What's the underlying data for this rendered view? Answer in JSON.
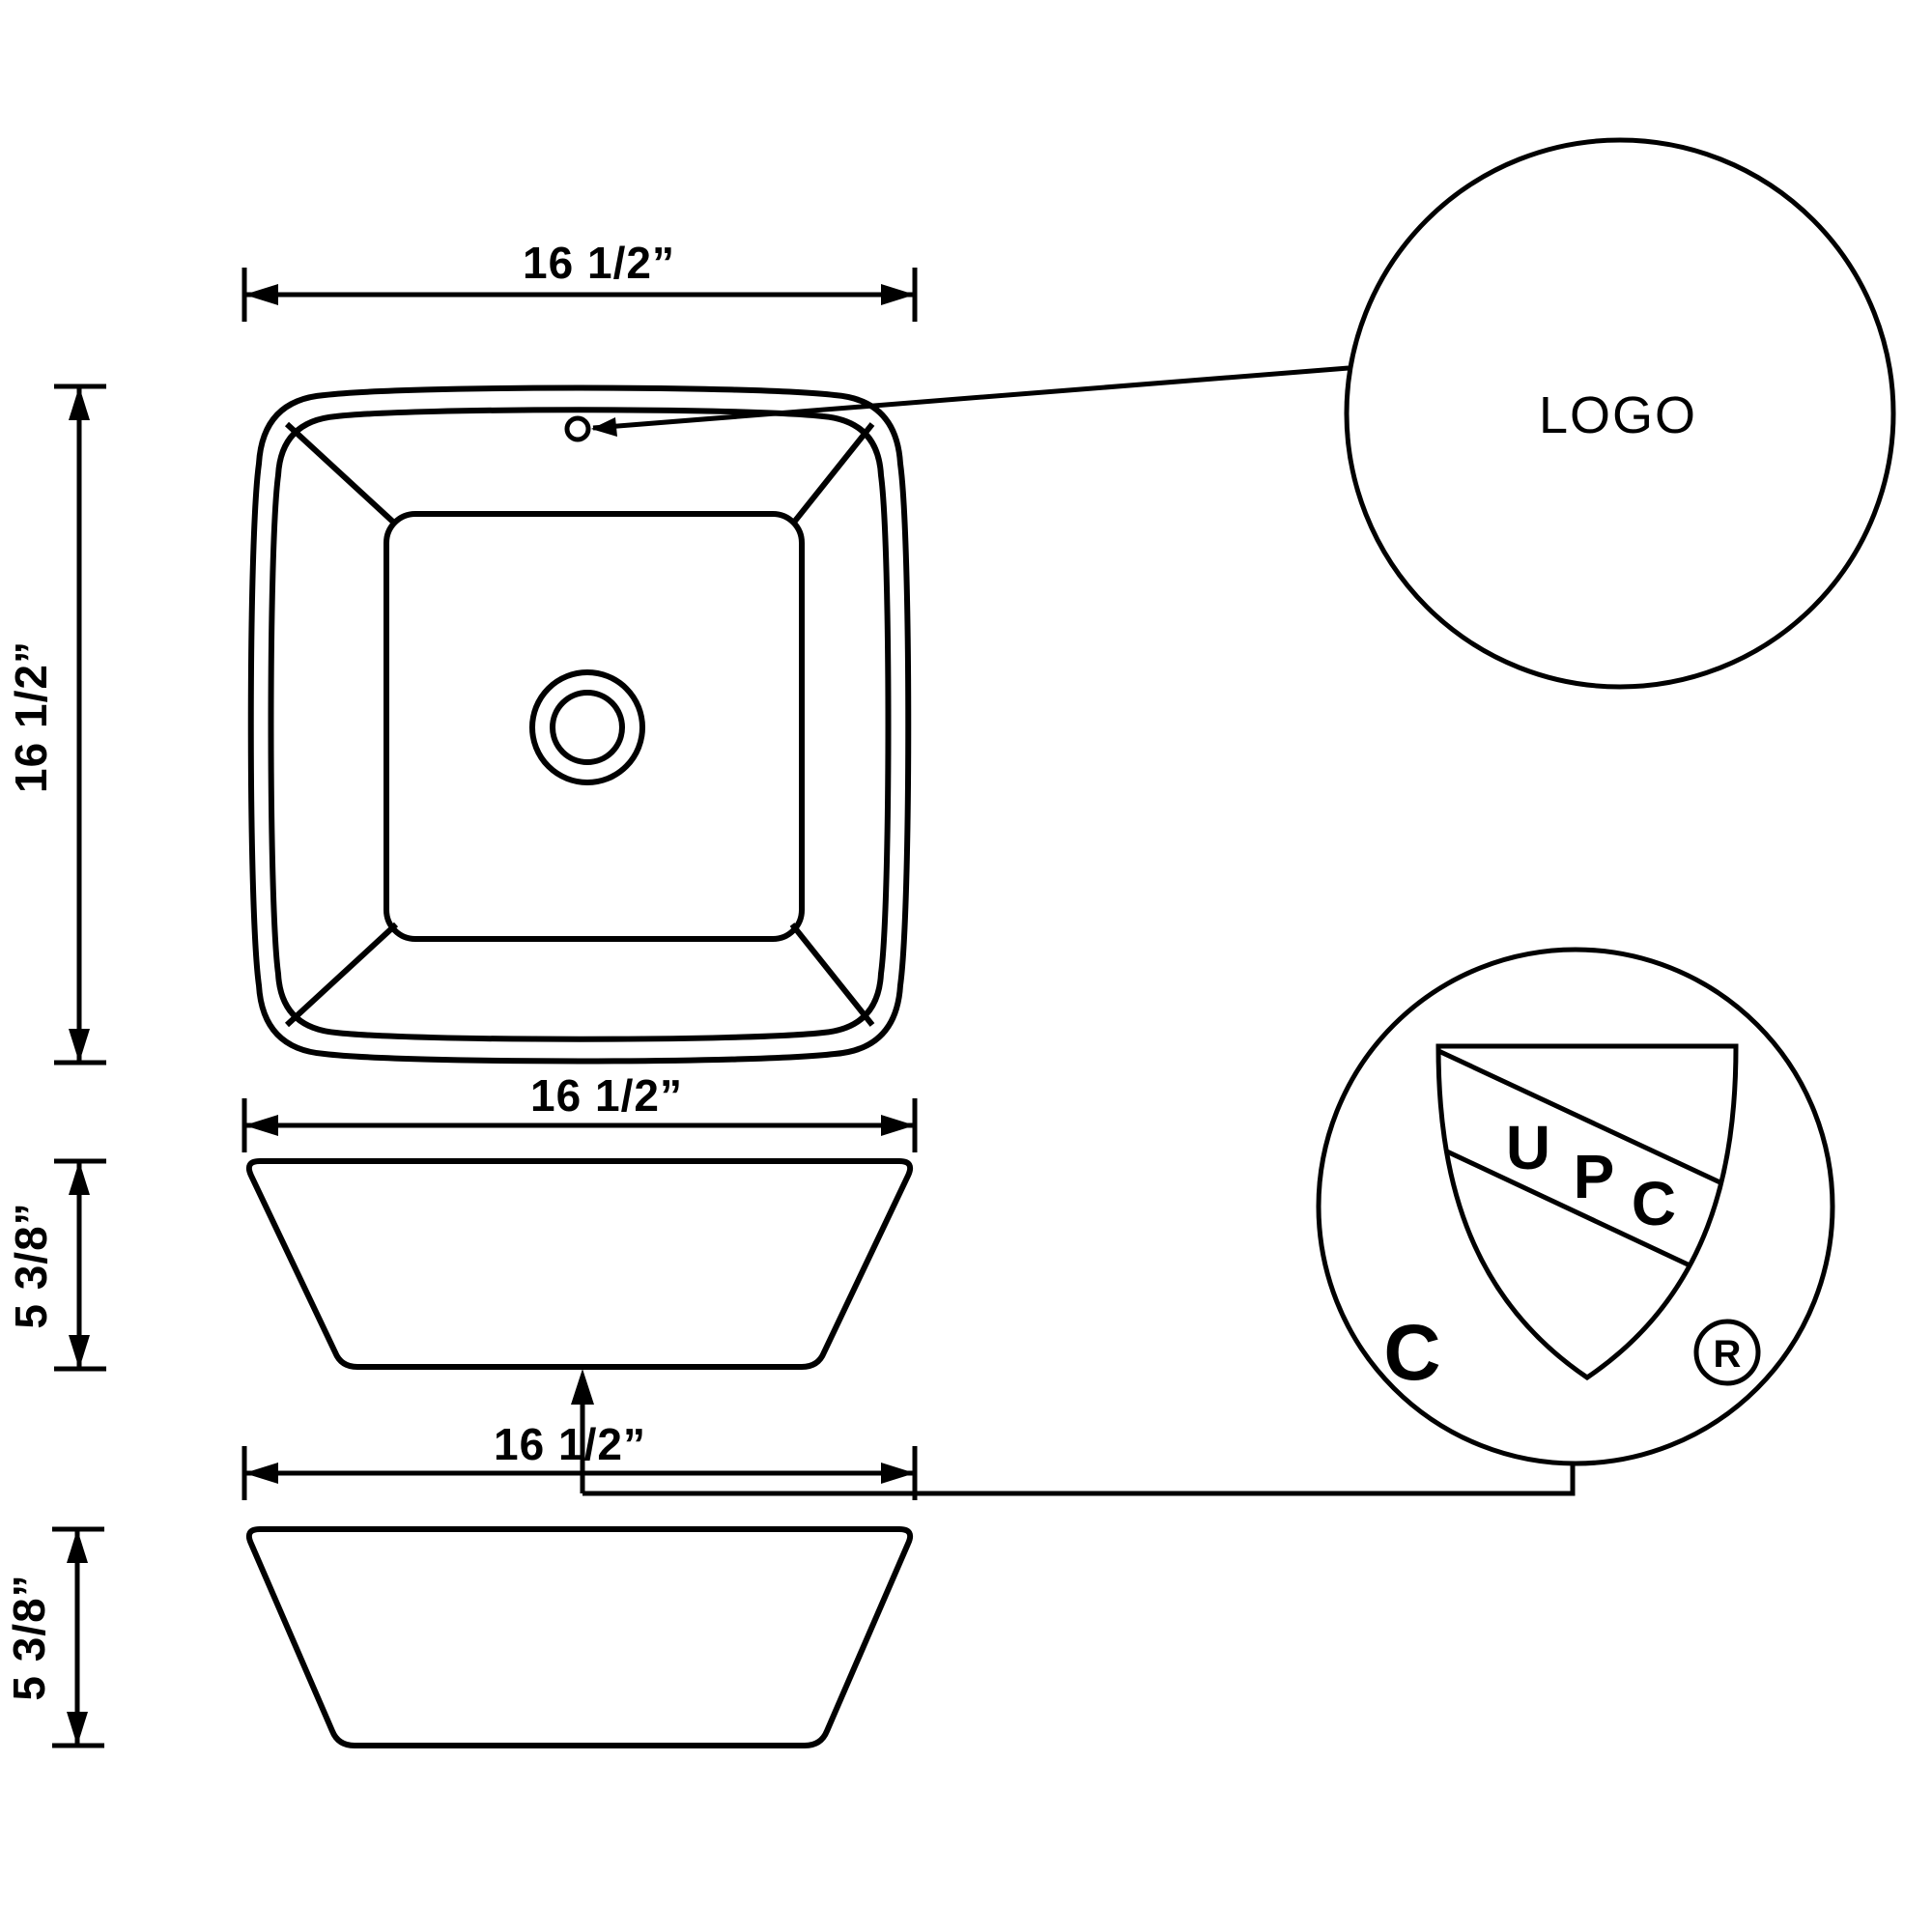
{
  "drawing": {
    "background_color": "#ffffff",
    "line_color": "#000000"
  },
  "top_view": {
    "width_label": "16 1/2”",
    "height_label": "16 1/2”"
  },
  "side_view": {
    "width_label": "16 1/2”",
    "height_label": "5 3/8”"
  },
  "bottom_view": {
    "width_label": "16 1/2”",
    "height_label": "5 3/8”"
  },
  "logo_callout": {
    "label": "LOGO"
  },
  "upc_badge": {
    "shield_letters": [
      "U",
      "P",
      "C"
    ],
    "side_letter": "C",
    "registered_letter": "R"
  }
}
